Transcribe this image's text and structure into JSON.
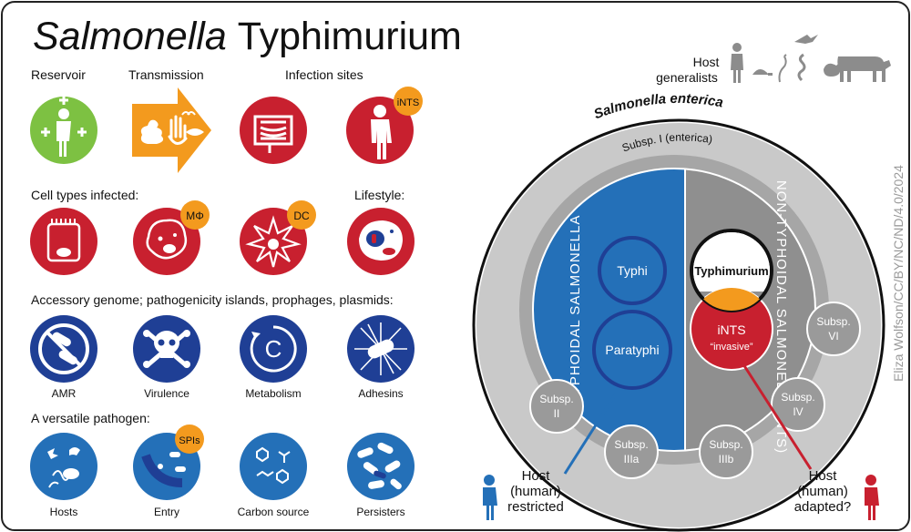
{
  "title": {
    "italic": "Salmonella",
    "rest": "Typhimurium"
  },
  "credit": "Eliza Wolfson/CC/BY/NC/ND/4.0/2024",
  "sections": {
    "reservoir": "Reservoir",
    "transmission": "Transmission",
    "infection_sites": "Infection sites",
    "cell_types": "Cell types infected:",
    "lifestyle": "Lifestyle:",
    "accessory_genome": "Accessory genome; pathogenicity islands, prophages, plasmids:",
    "versatile": "A versatile pathogen:"
  },
  "badges": {
    "ints": "iNTS",
    "macrophage": "MΦ",
    "dc": "DC",
    "spis": "SPIs"
  },
  "genome_labels": [
    "AMR",
    "Virulence",
    "Metabolism",
    "Adhesins"
  ],
  "versatile_labels": [
    "Hosts",
    "Entry",
    "Carbon source",
    "Persisters"
  ],
  "colors": {
    "red": "#c8202f",
    "green": "#7dc142",
    "orange": "#f39a1e",
    "navy": "#1f3f95",
    "blue": "#2470b8",
    "gray": "#9a9a9a",
    "light_gray": "#cfcfcf",
    "outer_gray": "#b9b9b9"
  },
  "diagram": {
    "host_generalists": [
      "Host",
      "generalists"
    ],
    "enterica": "Salmonella enterica",
    "subsp_i": "Subsp. I (enterica)",
    "typhoidal": "TYPHOIDAL SALMONELLA",
    "non_typhoidal": "NON-TYPHOIDAL SALMONELLA (NTS)",
    "typhi": "Typhi",
    "paratyphi": "Paratyphi",
    "typhimurium": "Typhimurium",
    "ints": "iNTS",
    "invasive": "“invasive”",
    "subspecies": [
      {
        "l1": "Subsp.",
        "l2": "II"
      },
      {
        "l1": "Subsp.",
        "l2": "IIIa"
      },
      {
        "l1": "Subsp.",
        "l2": "IIIb"
      },
      {
        "l1": "Subsp.",
        "l2": "IV"
      },
      {
        "l1": "Subsp.",
        "l2": "VI"
      }
    ],
    "host_restricted": [
      "Host",
      "(human)",
      "restricted"
    ],
    "host_adapted": [
      "Host",
      "(human)",
      "adapted?"
    ]
  }
}
